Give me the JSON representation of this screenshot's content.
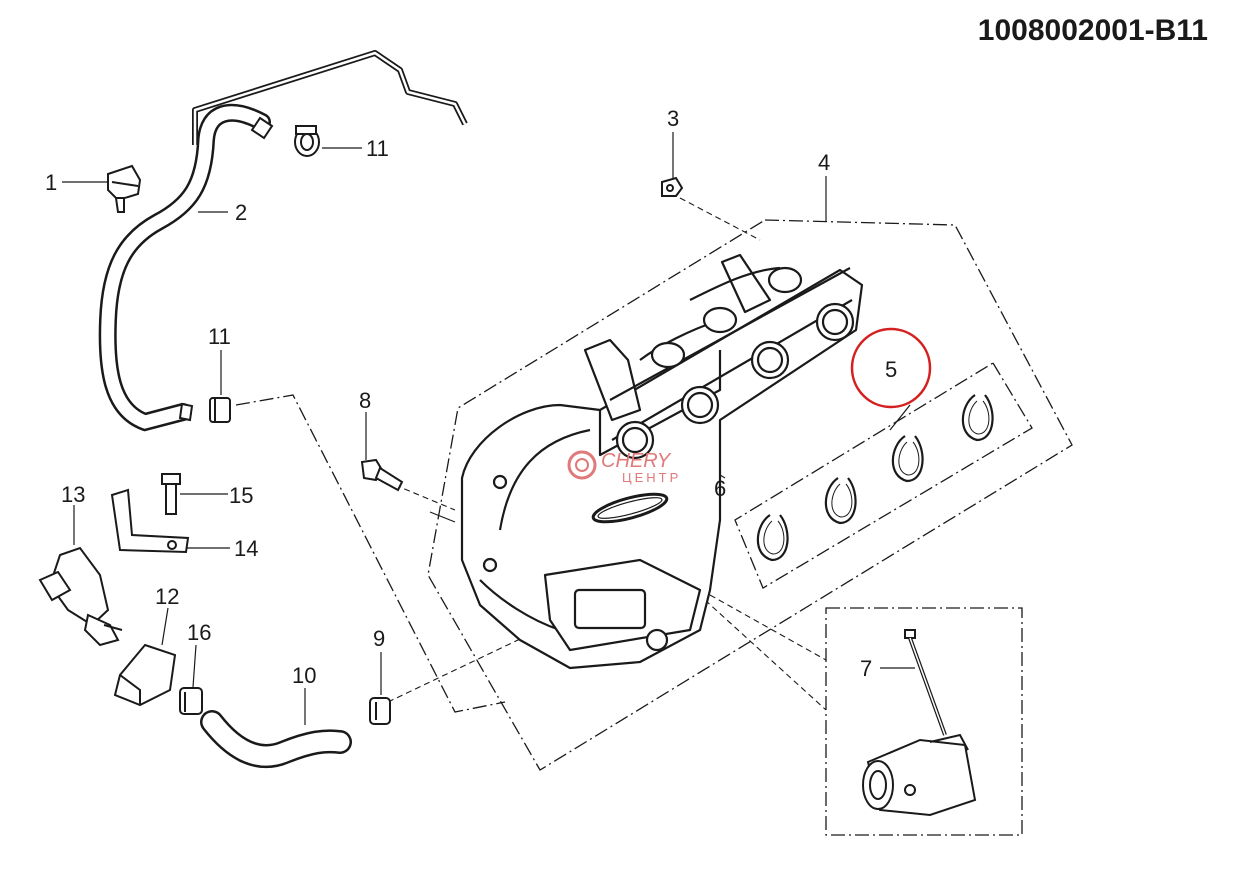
{
  "part_number": "1008002001-B11",
  "callouts": [
    {
      "id": "c1",
      "label": "1"
    },
    {
      "id": "c2",
      "label": "2"
    },
    {
      "id": "c3",
      "label": "3"
    },
    {
      "id": "c4",
      "label": "4"
    },
    {
      "id": "c5",
      "label": "5",
      "highlighted": true
    },
    {
      "id": "c6",
      "label": "6"
    },
    {
      "id": "c7",
      "label": "7"
    },
    {
      "id": "c8",
      "label": "8"
    },
    {
      "id": "c9",
      "label": "9"
    },
    {
      "id": "c10",
      "label": "10"
    },
    {
      "id": "c11a",
      "label": "11"
    },
    {
      "id": "c11b",
      "label": "11"
    },
    {
      "id": "c12",
      "label": "12"
    },
    {
      "id": "c13",
      "label": "13"
    },
    {
      "id": "c14",
      "label": "14"
    },
    {
      "id": "c15",
      "label": "15"
    },
    {
      "id": "c16",
      "label": "16"
    }
  ],
  "watermark": {
    "line1": "CHERY",
    "line2": "ЦЕНТР"
  },
  "colors": {
    "line": "#1a1a1a",
    "highlight": "#d42020",
    "watermark": "#e07a7a"
  }
}
